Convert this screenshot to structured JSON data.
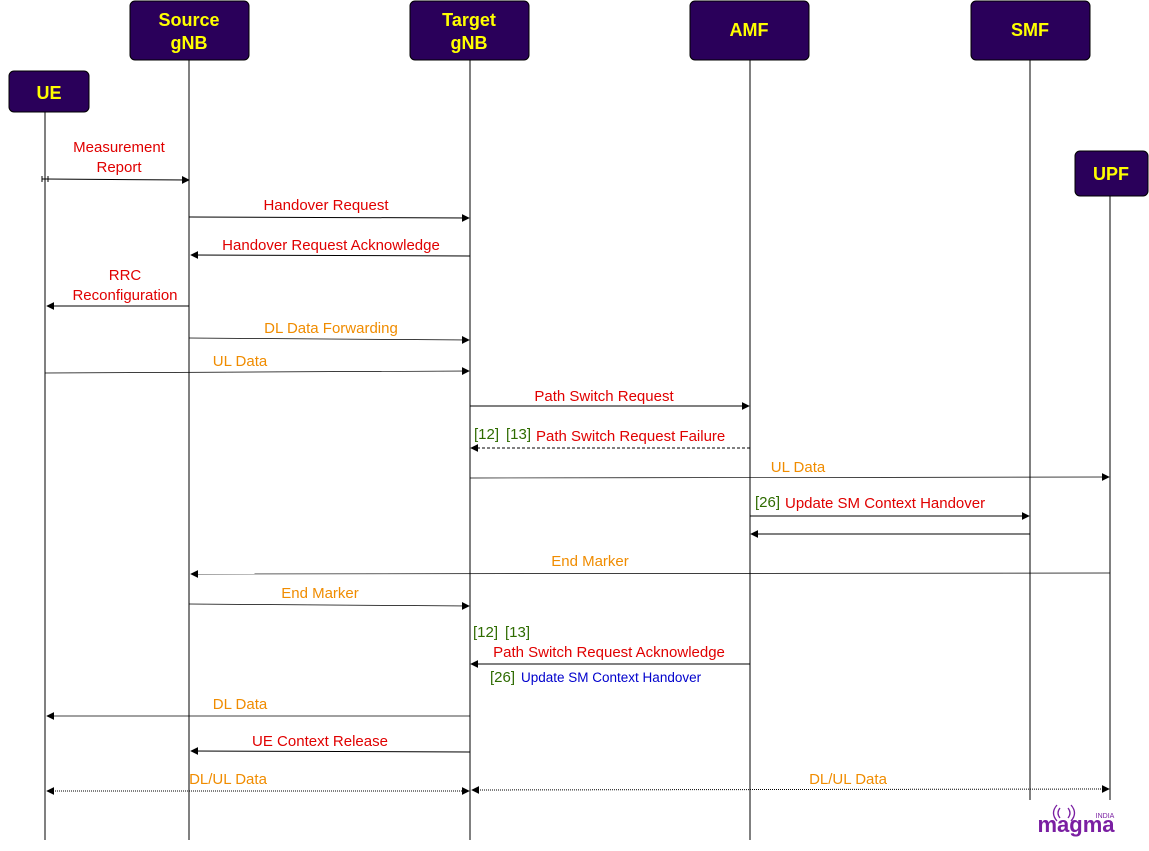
{
  "colors": {
    "header_fill": "#2a005a",
    "header_text": "#ffff00",
    "signal": "#e00000",
    "data": "#f08c00",
    "ref": "#2e6b00",
    "blue": "#0000cc",
    "logo": "#7a1fa2"
  },
  "participants": {
    "ue": {
      "line1": "UE",
      "line2": ""
    },
    "source_gnb": {
      "line1": "Source",
      "line2": "gNB"
    },
    "target_gnb": {
      "line1": "Target",
      "line2": "gNB"
    },
    "amf": {
      "line1": "AMF",
      "line2": ""
    },
    "smf": {
      "line1": "SMF",
      "line2": ""
    },
    "upf": {
      "line1": "UPF",
      "line2": ""
    }
  },
  "messages": {
    "measurement_report": {
      "line1": "Measurement",
      "line2": "Report"
    },
    "handover_request": "Handover Request",
    "handover_request_ack": "Handover Request Acknowledge",
    "rrc_reconfiguration": {
      "line1": "RRC",
      "line2": "Reconfiguration"
    },
    "dl_data_forwarding": "DL Data Forwarding",
    "ul_data_1": "UL Data",
    "path_switch_request": "Path Switch Request",
    "path_switch_failure": {
      "ref1": "[12]",
      "ref2": "[13]",
      "label": "Path Switch Request Failure"
    },
    "ul_data_2": "UL Data",
    "update_sm_context": {
      "ref": "[26]",
      "label": "Update SM Context Handover"
    },
    "end_marker_1": "End Marker",
    "end_marker_2": "End Marker",
    "path_switch_ack": {
      "ref1": "[12]",
      "ref2": "[13]",
      "label": "Path Switch Request Acknowledge",
      "ref3": "[26]",
      "sub_label": "Update SM Context Handover"
    },
    "dl_data": "DL Data",
    "ue_context_release": "UE Context Release",
    "dl_ul_data_1": "DL/UL Data",
    "dl_ul_data_2": "DL/UL Data"
  },
  "logo": {
    "text": "magma",
    "tag": "INDIA"
  }
}
